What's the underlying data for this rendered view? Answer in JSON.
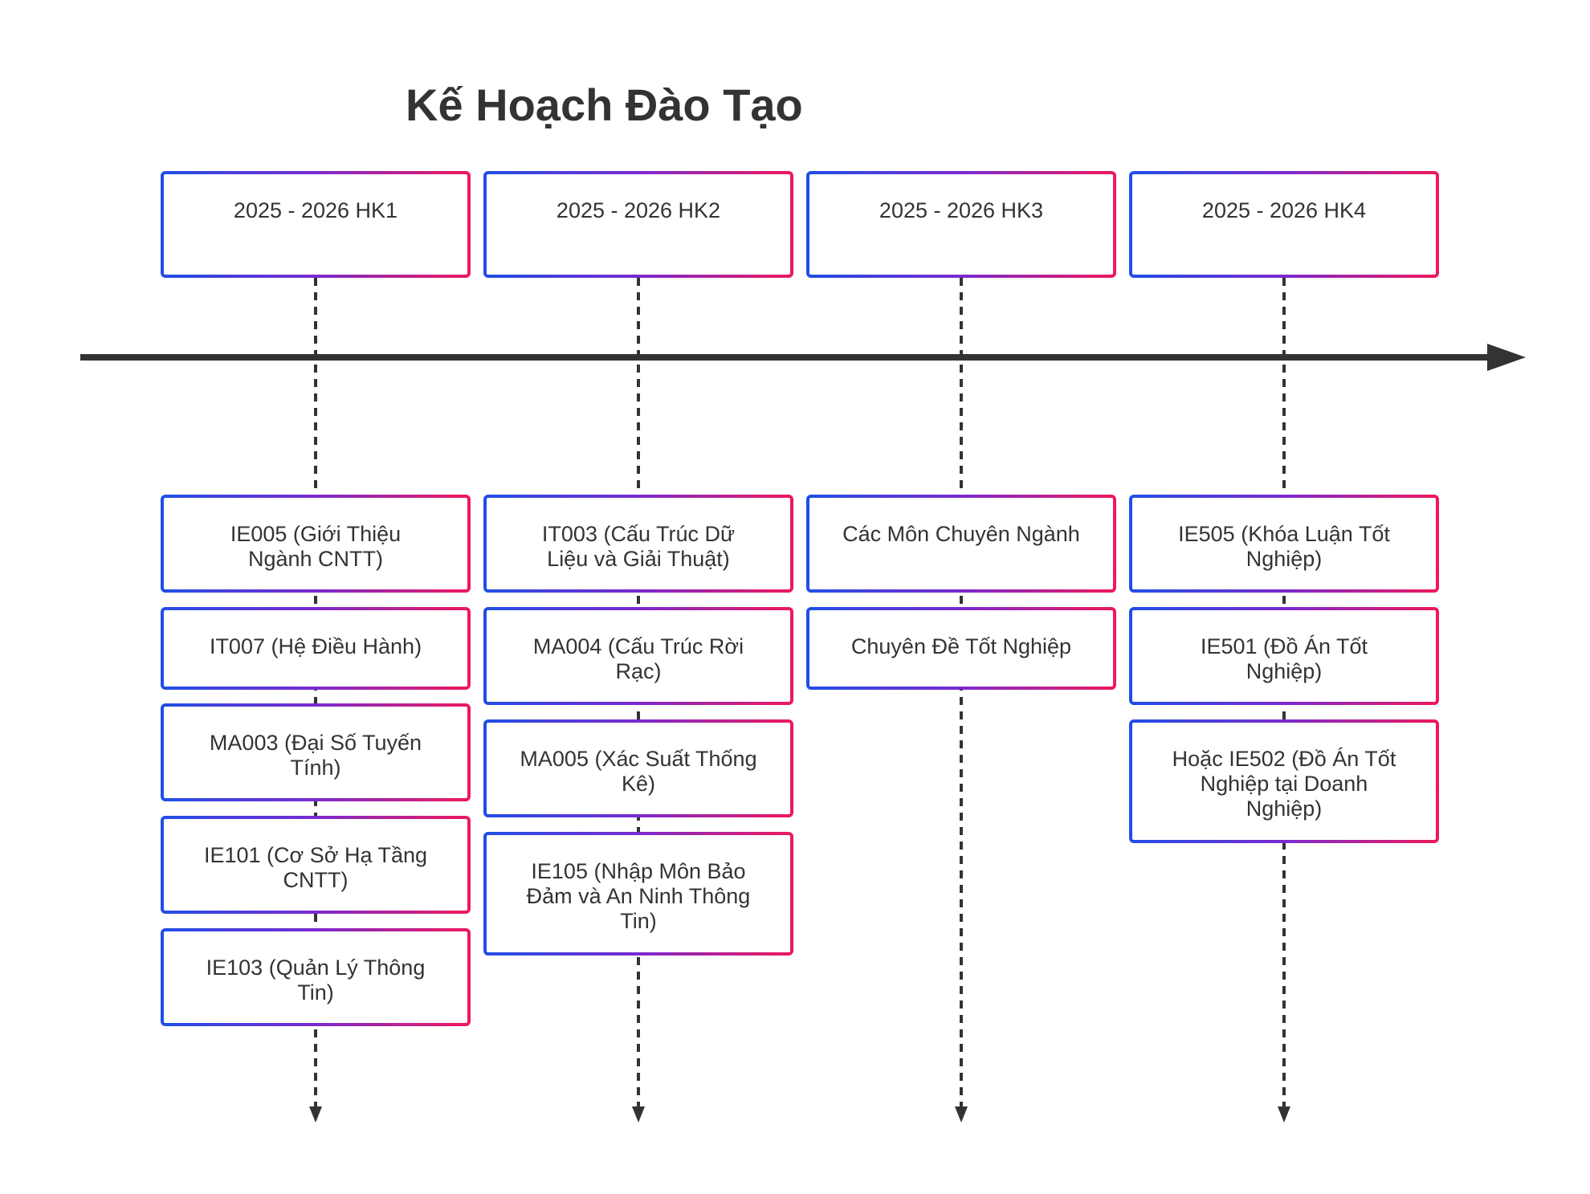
{
  "title": "Kế Hoạch Đào Tạo",
  "colors": {
    "gradient_start": "#1f4fe6",
    "gradient_mid": "#7a2ad0",
    "gradient_end": "#f0185c",
    "axis": "#333333",
    "text": "#333333"
  },
  "periods": [
    {
      "label": "2025 - 2026 HK1",
      "events": [
        "IE005 (Giới Thiệu Ngành CNTT)",
        "IT007 (Hệ Điều Hành)",
        "MA003 (Đại Số Tuyến Tính)",
        "IE101 (Cơ Sở Hạ Tầng CNTT)",
        "IE103 (Quản Lý Thông Tin)"
      ]
    },
    {
      "label": "2025 - 2026 HK2",
      "events": [
        "IT003 (Cấu Trúc Dữ Liệu và Giải Thuật)",
        "MA004 (Cấu Trúc Rời Rạc)",
        "MA005 (Xác Suất Thống Kê)",
        "IE105 (Nhập Môn Bảo Đảm và An Ninh Thông Tin)"
      ]
    },
    {
      "label": "2025 - 2026 HK3",
      "events": [
        "Các Môn Chuyên Ngành",
        "Chuyên Đề Tốt Nghiệp"
      ]
    },
    {
      "label": "2025 - 2026 HK4",
      "events": [
        "IE505 (Khóa Luận Tốt Nghiệp)",
        "IE501 (Đồ Án Tốt Nghiệp)",
        "Hoặc IE502 (Đồ Án Tốt Nghiệp tại Doanh Nghiệp)"
      ]
    }
  ]
}
